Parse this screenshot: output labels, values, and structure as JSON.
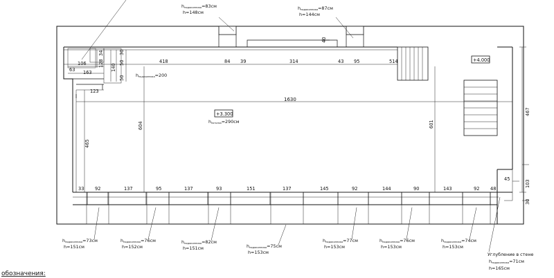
{
  "top_windows": [
    {
      "hn": "h",
      "hn_sub": "подоконника",
      "hn_val": "=83см",
      "h": "h=148см"
    },
    {
      "hn": "h",
      "hn_sub": "подоконника",
      "hn_val": "=87см",
      "h": "h=144см"
    }
  ],
  "top_dims": [
    "106",
    "63",
    "163",
    "418",
    "84",
    "39",
    "314",
    "43",
    "95",
    "514"
  ],
  "small_dims": {
    "d34": "34",
    "d30": "30",
    "d128": "128",
    "d50a": "50",
    "d140": "140",
    "d50b": "50",
    "d123": "123",
    "d40": "40"
  },
  "h200": {
    "pre": "h",
    "sub": "подоконника",
    "val": "=200"
  },
  "level_top": "+4.000",
  "total_dim": "1630",
  "level_main": "+3.300",
  "ceiling": {
    "pre": "h",
    "sub": "потолка",
    "val": "=290см"
  },
  "vertical_dims": {
    "left": "465",
    "mid_left": "604",
    "mid_right": "601",
    "right": "467",
    "r103": "103",
    "r45": "45",
    "r30": "30"
  },
  "bottom_dims": [
    "33",
    "92",
    "137",
    "95",
    "137",
    "93",
    "151",
    "137",
    "145",
    "92",
    "144",
    "90",
    "143",
    "92",
    "48"
  ],
  "bottom_windows": [
    {
      "hn": "h",
      "hn_sub": "подоконника",
      "hn_val": "=73см",
      "h": "h=151см"
    },
    {
      "hn": "h",
      "hn_sub": "подоконника",
      "hn_val": "=76см",
      "h": "h=152см"
    },
    {
      "hn": "h",
      "hn_sub": "подоконника",
      "hn_val": "=82см",
      "h": "h=151см"
    },
    {
      "hn": "h",
      "hn_sub": "подоконника",
      "hn_val": "=75см",
      "h": "h=153см"
    },
    {
      "hn": "h",
      "hn_sub": "подоконника",
      "hn_val": "=77см",
      "h": "h=153см"
    },
    {
      "hn": "h",
      "hn_sub": "подоконника",
      "hn_val": "=76см",
      "h": "h=153см"
    },
    {
      "hn": "h",
      "hn_sub": "подоконника",
      "hn_val": "=74см",
      "h": "h=153см"
    }
  ],
  "niche": {
    "title": "Углубление в стене",
    "hn": "h",
    "hn_sub": "подоконника",
    "hn_val": "=71см",
    "h": "h=165см"
  },
  "legend": "обозначения:"
}
